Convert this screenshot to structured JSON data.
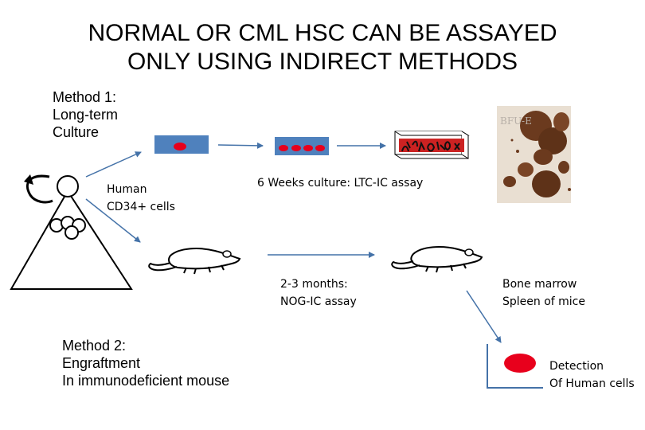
{
  "title": {
    "line1": "NORMAL OR CML HSC CAN BE ASSAYED",
    "line2": "ONLY USING INDIRECT METHODS"
  },
  "method1": {
    "lines": [
      "Method 1:",
      "Long-term",
      "Culture"
    ]
  },
  "cells": {
    "lines": [
      "Human",
      "CD34+ cells"
    ]
  },
  "ltc_ic": {
    "text": "6 Weeks culture: LTC-IC assay"
  },
  "bfu_e": {
    "text": "BFU-E"
  },
  "nog_ic": {
    "lines": [
      "2-3 months:",
      "NOG-IC assay"
    ]
  },
  "tissue": {
    "lines": [
      "Bone marrow",
      "Spleen of mice"
    ]
  },
  "detection": {
    "lines": [
      "Detection",
      "Of Human cells"
    ]
  },
  "method2": {
    "lines": [
      "Method 2:",
      "Engraftment",
      "In immunodeficient mouse"
    ]
  },
  "colors": {
    "dish_blue": "#4f81bd",
    "cell_red": "#e8001c",
    "arrow_blue": "#4472a8",
    "colony_brown": "#6b3a1e"
  }
}
